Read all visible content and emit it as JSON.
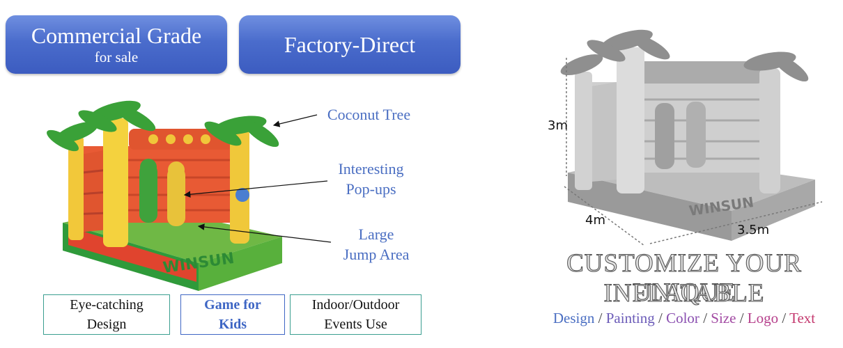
{
  "badges": {
    "commercial_title": "Commercial Grade",
    "commercial_sub": "for sale",
    "factory": "Factory-Direct"
  },
  "callouts": {
    "coconut": "Coconut Tree",
    "popups_1": "Interesting",
    "popups_2": "Pop-ups",
    "jump_1": "Large",
    "jump_2": "Jump Area"
  },
  "features": {
    "f1_l1": "Eye-catching",
    "f1_l2": "Design",
    "f2_l1": "Game for",
    "f2_l2": "Kids",
    "f3_l1": "Indoor/Outdoor",
    "f3_l2": "Events Use"
  },
  "brand": "WINSUN",
  "dimensions": {
    "height": "3m",
    "depth": "4m",
    "width": "3.5m"
  },
  "headline": {
    "line1": "CUSTOMIZE YOUR UNIQUE",
    "line2": "INFLATABLE"
  },
  "options": [
    {
      "label": "Design",
      "color": "#4a6ec2"
    },
    {
      "label": "Painting",
      "color": "#6b5bb8"
    },
    {
      "label": "Color",
      "color": "#8a4fb0"
    },
    {
      "label": "Size",
      "color": "#a24aa3"
    },
    {
      "label": "Logo",
      "color": "#b6408c"
    },
    {
      "label": "Text",
      "color": "#c4386e"
    }
  ]
}
